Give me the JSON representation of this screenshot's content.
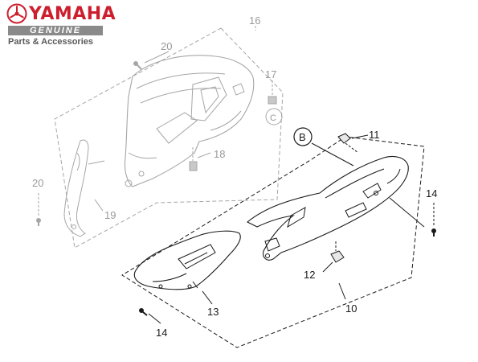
{
  "brand": {
    "name": "YAMAHA",
    "line": "GENUINE",
    "tagline": "Parts & Accessories",
    "colors": {
      "red": "#cc1f2e",
      "grey": "#8a8a8a"
    }
  },
  "callouts": {
    "p16": "16",
    "p20_top": "20",
    "p17": "17",
    "p_c": "C",
    "p18": "18",
    "p20_left": "20",
    "p19": "19",
    "p_b": "B",
    "p11": "11",
    "p14_right": "14",
    "p12": "12",
    "p13": "13",
    "p10": "10",
    "p14_bottom": "14"
  },
  "colors": {
    "faded": "#a6a6a6",
    "dark": "#1a1a1a"
  }
}
